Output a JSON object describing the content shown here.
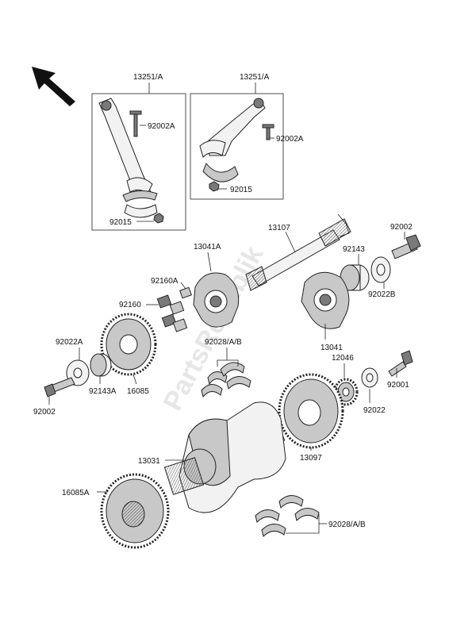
{
  "watermark": "PartsRepublik",
  "labels": {
    "l13251a_1": "13251/A",
    "l13251a_2": "13251/A",
    "l92002a_1": "92002A",
    "l92002a_2": "92002A",
    "l92015_1": "92015",
    "l92015_2": "92015",
    "l13107": "13107",
    "l92002_r": "92002",
    "l13041a": "13041A",
    "l92143": "92143",
    "l92160a": "92160A",
    "l92022b": "92022B",
    "l92160": "92160",
    "l13041": "13041",
    "l92022a": "92022A",
    "l92028ab_1": "92028/A/B",
    "l12046": "12046",
    "l92001": "92001",
    "l92143a": "92143A",
    "l16085": "16085",
    "l92002_l": "92002",
    "l92022": "92022",
    "l13031": "13031",
    "l13097": "13097",
    "l16085a": "16085A",
    "l92028ab_2": "92028/A/B"
  }
}
